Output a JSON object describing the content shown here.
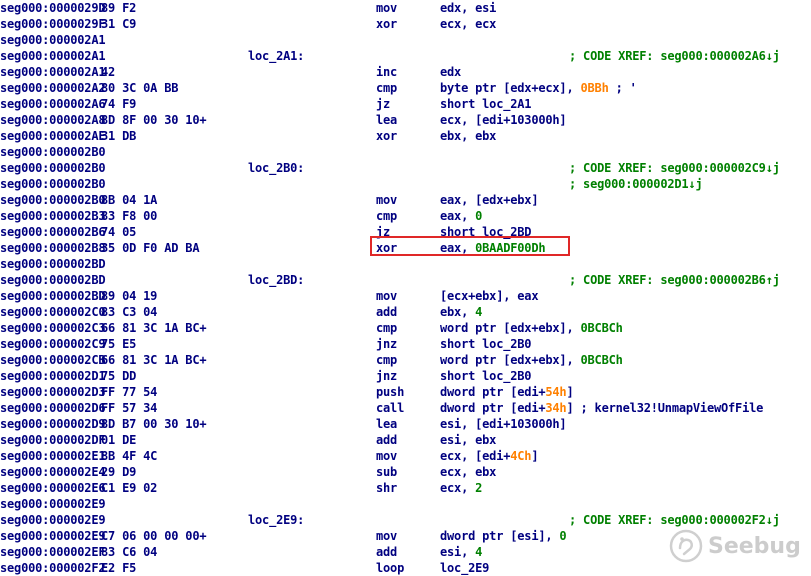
{
  "listing": {
    "rows": [
      {
        "addr": "seg000:0000029D",
        "bytes": "89 F2",
        "mnemonic": "mov",
        "operands": "edx, esi"
      },
      {
        "addr": "seg000:0000029F",
        "bytes": "31 C9",
        "mnemonic": "xor",
        "operands": "ecx, ecx"
      },
      {
        "addr": "seg000:000002A1"
      },
      {
        "addr": "seg000:000002A1",
        "label": "loc_2A1:",
        "comment": "; CODE XREF: seg000:000002A6↓j"
      },
      {
        "addr": "seg000:000002A1",
        "bytes": "42",
        "mnemonic": "inc",
        "operands": "edx"
      },
      {
        "addr": "seg000:000002A2",
        "bytes": "80 3C 0A BB",
        "mnemonic": "cmp",
        "operands_pre": "byte ptr [edx+ecx], ",
        "operands_hex": "0BBh",
        "operands_post": " ; '"
      },
      {
        "addr": "seg000:000002A6",
        "bytes": "74 F9",
        "mnemonic": "jz",
        "operands": "short loc_2A1"
      },
      {
        "addr": "seg000:000002A8",
        "bytes": "8D 8F 00 30 10+",
        "mnemonic": "lea",
        "operands": "ecx, [edi+103000h]"
      },
      {
        "addr": "seg000:000002AE",
        "bytes": "31 DB",
        "mnemonic": "xor",
        "operands": "ebx, ebx"
      },
      {
        "addr": "seg000:000002B0"
      },
      {
        "addr": "seg000:000002B0",
        "label": "loc_2B0:",
        "comment": "; CODE XREF: seg000:000002C9↓j"
      },
      {
        "addr": "seg000:000002B0",
        "comment": "; seg000:000002D1↓j"
      },
      {
        "addr": "seg000:000002B0",
        "bytes": "8B 04 1A",
        "mnemonic": "mov",
        "operands": "eax, [edx+ebx]"
      },
      {
        "addr": "seg000:000002B3",
        "bytes": "83 F8 00",
        "mnemonic": "cmp",
        "operands_pre": "eax, ",
        "operands_num": "0"
      },
      {
        "addr": "seg000:000002B6",
        "bytes": "74 05",
        "mnemonic": "jz",
        "operands": "short loc_2BD"
      },
      {
        "addr": "seg000:000002B8",
        "bytes": "35 0D F0 AD BA",
        "mnemonic": "xor",
        "operands_pre": "eax, ",
        "operands_num": "0BAADF00Dh"
      },
      {
        "addr": "seg000:000002BD"
      },
      {
        "addr": "seg000:000002BD",
        "label": "loc_2BD:",
        "comment": "; CODE XREF: seg000:000002B6↑j"
      },
      {
        "addr": "seg000:000002BD",
        "bytes": "89 04 19",
        "mnemonic": "mov",
        "operands": "[ecx+ebx], eax"
      },
      {
        "addr": "seg000:000002C0",
        "bytes": "83 C3 04",
        "mnemonic": "add",
        "operands_pre": "ebx, ",
        "operands_num": "4"
      },
      {
        "addr": "seg000:000002C3",
        "bytes": "66 81 3C 1A BC+",
        "mnemonic": "cmp",
        "operands_pre": "word ptr [edx+ebx], ",
        "operands_num": "0BCBCh"
      },
      {
        "addr": "seg000:000002C9",
        "bytes": "75 E5",
        "mnemonic": "jnz",
        "operands": "short loc_2B0"
      },
      {
        "addr": "seg000:000002CB",
        "bytes": "66 81 3C 1A BC+",
        "mnemonic": "cmp",
        "operands_pre": "word ptr [edx+ebx], ",
        "operands_num": "0BCBCh"
      },
      {
        "addr": "seg000:000002D1",
        "bytes": "75 DD",
        "mnemonic": "jnz",
        "operands": "short loc_2B0"
      },
      {
        "addr": "seg000:000002D3",
        "bytes": "FF 77 54",
        "mnemonic": "push",
        "operands_pre": "dword ptr [edi+",
        "operands_hex": "54h",
        "operands_post": "]"
      },
      {
        "addr": "seg000:000002D6",
        "bytes": "FF 57 34",
        "mnemonic": "call",
        "operands_pre": "dword ptr [edi+",
        "operands_hex": "34h",
        "operands_post": "] ; kernel32!UnmapViewOfFile"
      },
      {
        "addr": "seg000:000002D9",
        "bytes": "8D B7 00 30 10+",
        "mnemonic": "lea",
        "operands": "esi, [edi+103000h]"
      },
      {
        "addr": "seg000:000002DF",
        "bytes": "01 DE",
        "mnemonic": "add",
        "operands": "esi, ebx"
      },
      {
        "addr": "seg000:000002E1",
        "bytes": "8B 4F 4C",
        "mnemonic": "mov",
        "operands_pre": "ecx, [edi+",
        "operands_hex": "4Ch",
        "operands_post": "]"
      },
      {
        "addr": "seg000:000002E4",
        "bytes": "29 D9",
        "mnemonic": "sub",
        "operands": "ecx, ebx"
      },
      {
        "addr": "seg000:000002E6",
        "bytes": "C1 E9 02",
        "mnemonic": "shr",
        "operands_pre": "ecx, ",
        "operands_num": "2"
      },
      {
        "addr": "seg000:000002E9"
      },
      {
        "addr": "seg000:000002E9",
        "label": "loc_2E9:",
        "comment": "; CODE XREF: seg000:000002F2↓j"
      },
      {
        "addr": "seg000:000002E9",
        "bytes": "C7 06 00 00 00+",
        "mnemonic": "mov",
        "operands_pre": "dword ptr [esi], ",
        "operands_num": "0"
      },
      {
        "addr": "seg000:000002EF",
        "bytes": "83 C6 04",
        "mnemonic": "add",
        "operands_pre": "esi, ",
        "operands_num": "4"
      },
      {
        "addr": "seg000:000002F2",
        "bytes": "E2 F5",
        "mnemonic": "loop",
        "operands": "loc_2E9"
      }
    ]
  },
  "highlight": {
    "row_index": 15,
    "color": "#e02828"
  },
  "watermark": {
    "text": "Seebug",
    "icon": "seebug-logo-icon"
  },
  "colors": {
    "code": "#000080",
    "comment": "#008000",
    "hex_immediate": "#ff8000",
    "highlight_border": "#e02828"
  }
}
